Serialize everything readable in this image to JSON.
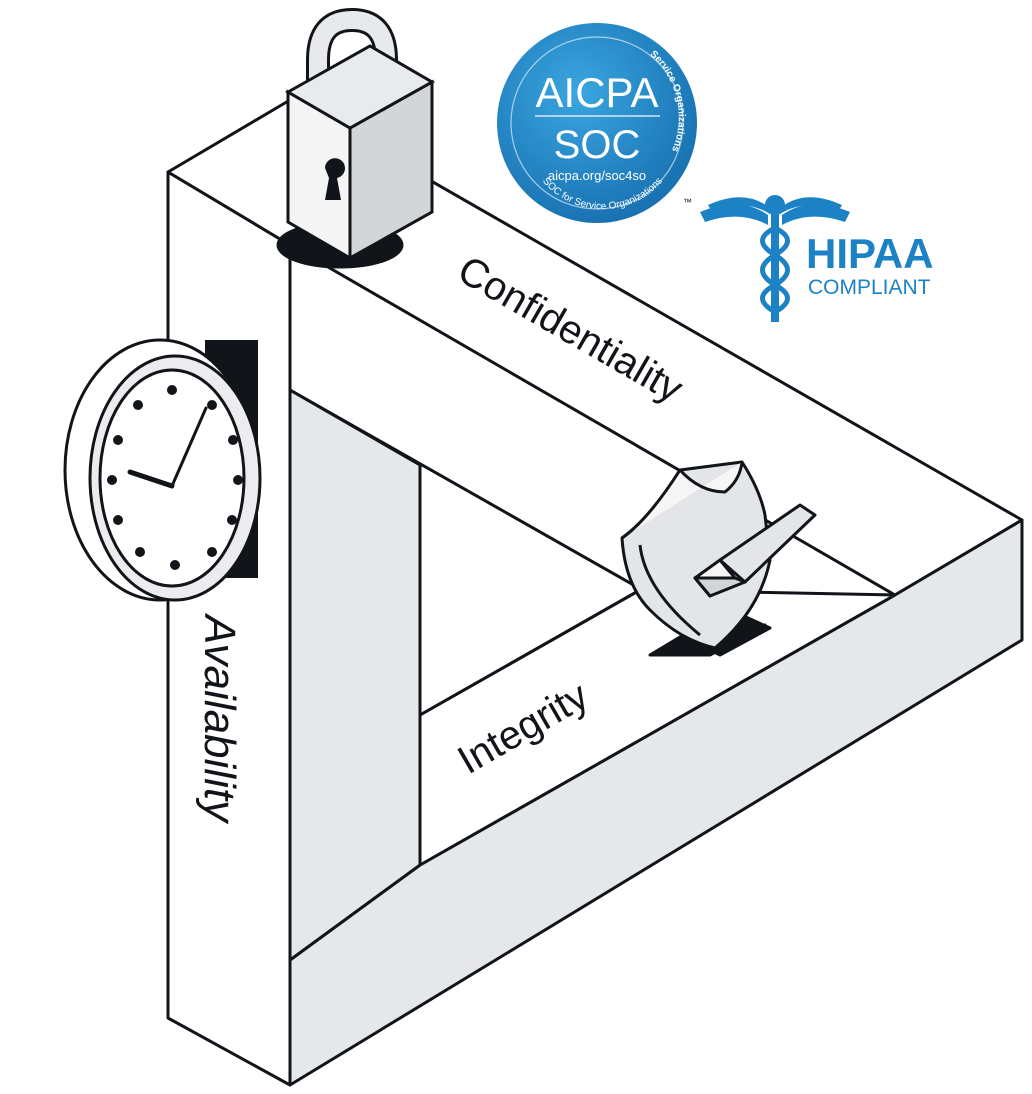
{
  "labels": {
    "confidentiality": "Confidentiality",
    "integrity": "Integrity",
    "availability": "Availability"
  },
  "aicpa_badge": {
    "title": "AICPA",
    "subtitle": "SOC",
    "url": "aicpa.org/soc4so",
    "ring_left": "SOC for Service Organizations",
    "ring_right": "Service Organizations",
    "trademark": "™"
  },
  "hipaa_badge": {
    "title": "HIPAA",
    "subtitle": "COMPLIANT"
  },
  "icons": [
    "padlock-icon",
    "clock-icon",
    "shield-check-icon",
    "caduceus-icon"
  ],
  "colors": {
    "ink": "#111418",
    "face_light": "#ffffff",
    "face_shade": "#e6e7ea",
    "badge_blue": "#1f86c6",
    "hipaa_blue": "#1d82c5"
  }
}
